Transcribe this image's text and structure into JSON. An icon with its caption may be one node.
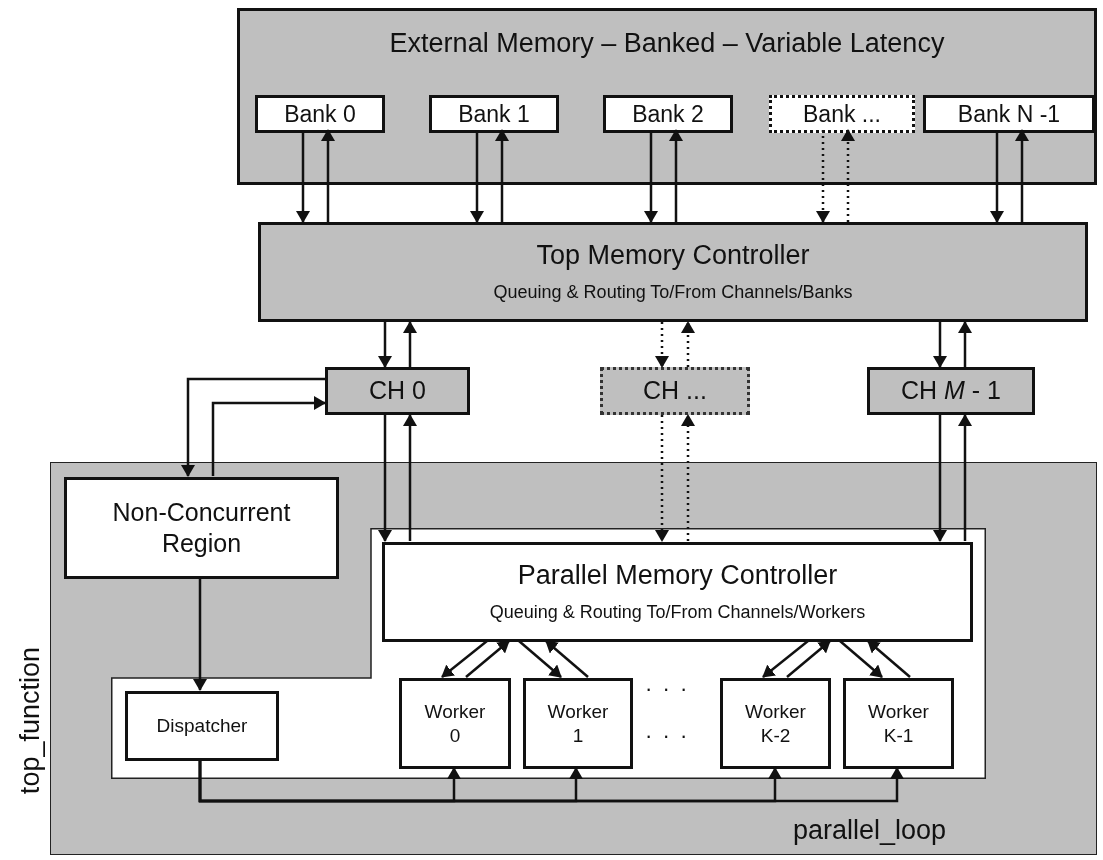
{
  "diagram": {
    "nodes": [
      {
        "text": [
          "External Memory – Banked – Variable Latency"
        ]
      },
      {
        "text": [
          "Bank 0"
        ],
        "in": 0
      },
      {
        "text": [
          "Bank 1"
        ],
        "in": 0
      },
      {
        "text": [
          "Bank 2"
        ],
        "in": 0
      },
      {
        "text": [
          "Bank ..."
        ],
        "in": 0
      },
      {
        "text": [
          "Bank N -1"
        ],
        "in": 0
      },
      {
        "text": [
          "Top Memory Controller",
          "Queuing & Routing To/From Channels/Banks"
        ]
      },
      {
        "text": [
          "CH 0"
        ]
      },
      {
        "text": [
          "CH ..."
        ]
      },
      {
        "text": [
          "CH *M* - 1"
        ]
      },
      {
        "text": [
          "top_function"
        ]
      },
      {
        "text": [
          "Non-Concurrent Region"
        ],
        "in": 10
      },
      {
        "text": [
          "parallel_loop"
        ],
        "in": 10
      },
      {
        "text": [
          "Parallel Memory Controller",
          "Queuing & Routing To/From Channels/Workers"
        ],
        "in": 12
      },
      {
        "text": [
          "Dispatcher"
        ],
        "in": 12
      },
      {
        "text": [
          "Worker 0"
        ],
        "in": 12
      },
      {
        "text": [
          "Worker 1"
        ],
        "in": 12
      },
      {
        "text": [
          "Worker K-2"
        ],
        "in": 12
      },
      {
        "text": [
          "Worker K-1"
        ],
        "in": 12
      }
    ],
    "edges": [
      {
        "from": 1,
        "to": 6,
        "arrow": "to"
      },
      {
        "from": 6,
        "to": 1,
        "arrow": "to"
      },
      {
        "from": 2,
        "to": 6,
        "arrow": "to"
      },
      {
        "from": 6,
        "to": 2,
        "arrow": "to"
      },
      {
        "from": 3,
        "to": 6,
        "arrow": "to"
      },
      {
        "from": 6,
        "to": 3,
        "arrow": "to"
      },
      {
        "from": 4,
        "to": 6,
        "arrow": "to",
        "style": "dashed"
      },
      {
        "from": 6,
        "to": 4,
        "arrow": "to",
        "style": "dashed"
      },
      {
        "from": 5,
        "to": 6,
        "arrow": "to"
      },
      {
        "from": 6,
        "to": 5,
        "arrow": "to"
      },
      {
        "from": 6,
        "to": 7,
        "arrow": "to"
      },
      {
        "from": 7,
        "to": 6,
        "arrow": "to"
      },
      {
        "from": 6,
        "to": 8,
        "arrow": "to",
        "style": "dashed"
      },
      {
        "from": 8,
        "to": 6,
        "arrow": "to",
        "style": "dashed"
      },
      {
        "from": 6,
        "to": 9,
        "arrow": "to"
      },
      {
        "from": 9,
        "to": 6,
        "arrow": "to"
      },
      {
        "from": 7,
        "to": 11,
        "arrow": "to"
      },
      {
        "from": 11,
        "to": 7,
        "arrow": "to"
      },
      {
        "from": 7,
        "to": 13,
        "arrow": "to"
      },
      {
        "from": 13,
        "to": 7,
        "arrow": "to"
      },
      {
        "from": 8,
        "to": 13,
        "arrow": "to",
        "style": "dashed"
      },
      {
        "from": 13,
        "to": 8,
        "arrow": "to",
        "style": "dashed"
      },
      {
        "from": 9,
        "to": 13,
        "arrow": "to"
      },
      {
        "from": 13,
        "to": 9,
        "arrow": "to"
      },
      {
        "from": 11,
        "to": 14,
        "arrow": "to"
      },
      {
        "from": 13,
        "to": 15,
        "arrow": "to"
      },
      {
        "from": 15,
        "to": 13,
        "arrow": "to"
      },
      {
        "from": 13,
        "to": 16,
        "arrow": "to"
      },
      {
        "from": 16,
        "to": 13,
        "arrow": "to"
      },
      {
        "from": 13,
        "to": 17,
        "arrow": "to"
      },
      {
        "from": 17,
        "to": 13,
        "arrow": "to"
      },
      {
        "from": 13,
        "to": 18,
        "arrow": "to"
      },
      {
        "from": 18,
        "to": 13,
        "arrow": "to"
      },
      {
        "from": 14,
        "to": 15,
        "arrow": "to"
      },
      {
        "from": 14,
        "to": 16,
        "arrow": "to"
      },
      {
        "from": 14,
        "to": 17,
        "arrow": "to"
      },
      {
        "from": 14,
        "to": 18,
        "arrow": "to"
      }
    ],
    "labels": [
      "· · ·",
      "· · ·"
    ]
  }
}
